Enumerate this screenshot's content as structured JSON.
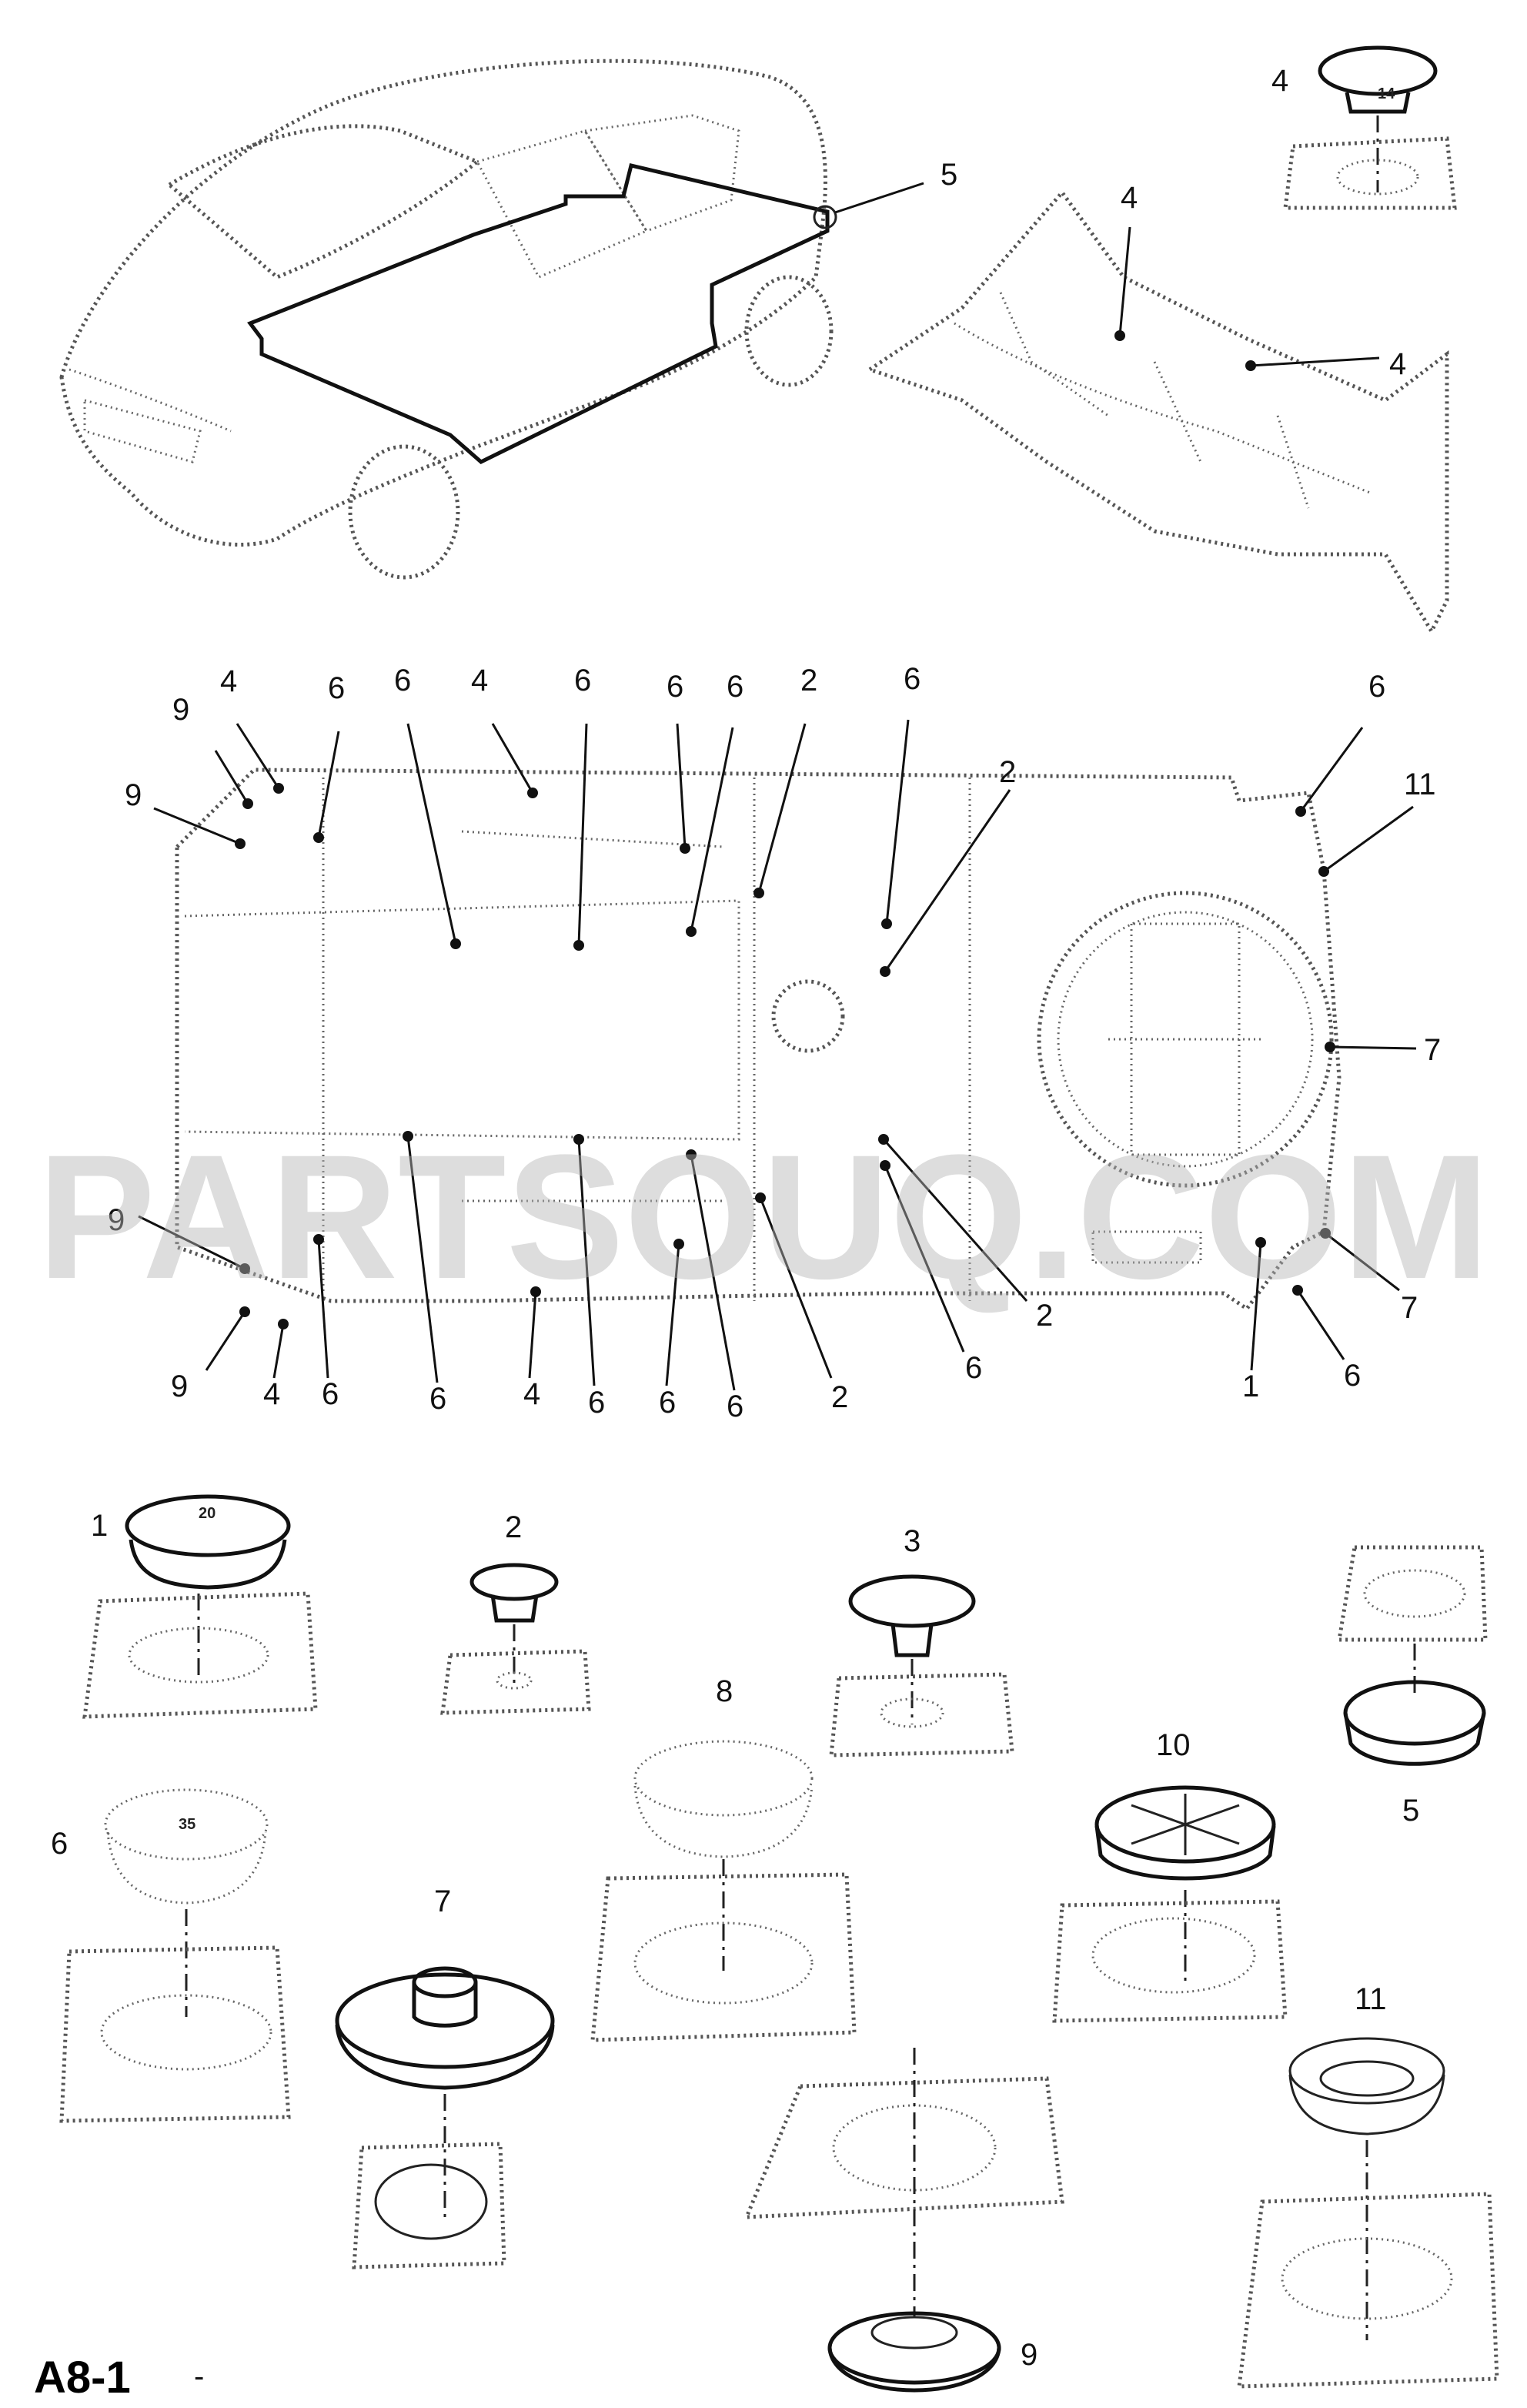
{
  "watermark": "PARTSOUQ.COM",
  "page_code": "A8-1",
  "page_mark": "-",
  "car_view": {
    "callouts": [
      "5"
    ]
  },
  "bulkhead_view": {
    "callouts": [
      "4",
      "4",
      "4"
    ]
  },
  "floor_view": {
    "callouts": [
      "9",
      "4",
      "6",
      "6",
      "4",
      "6",
      "6",
      "6",
      "2",
      "6",
      "6",
      "9",
      "2",
      "11",
      "7",
      "9",
      "9",
      "4",
      "6",
      "6",
      "4",
      "6",
      "6",
      "6",
      "2",
      "2",
      "6",
      "7",
      "1",
      "6"
    ]
  },
  "parts": [
    {
      "id": "1",
      "label": "1",
      "mark": "20"
    },
    {
      "id": "2",
      "label": "2"
    },
    {
      "id": "3",
      "label": "3"
    },
    {
      "id": "4",
      "label": "4",
      "mark": "14"
    },
    {
      "id": "5",
      "label": "5"
    },
    {
      "id": "6",
      "label": "6",
      "mark": "35"
    },
    {
      "id": "7",
      "label": "7"
    },
    {
      "id": "8",
      "label": "8"
    },
    {
      "id": "9",
      "label": "9"
    },
    {
      "id": "10",
      "label": "10"
    },
    {
      "id": "11",
      "label": "11"
    }
  ]
}
